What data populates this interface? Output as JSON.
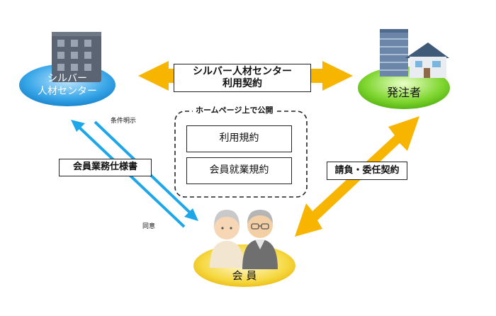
{
  "diagram": {
    "center_label_line1": "シルバー人材センター",
    "center_label_line2": "利用契約",
    "left_node_line1": "シルバー",
    "left_node_line2": "人材センター",
    "right_node": "発注者",
    "bottom_node": "会 員",
    "public_box_title": "ホームページ上で公開",
    "doc_terms": "利用規約",
    "doc_work_rules": "会員就業規約",
    "left_label": "会員業務仕様書",
    "right_label": "請負・委任契約",
    "conditions_label": "条件明示",
    "agreement_label": "同意"
  },
  "colors": {
    "blue_ellipse": "#2f9fe3",
    "green_ellipse": "#6fcf2a",
    "yellow_ellipse": "#f4d23a",
    "orange_arrow": "#f7b500",
    "cyan_arrow": "#1ea7e8"
  },
  "icons": [
    "office-building-icon",
    "houses-icon",
    "elderly-woman-icon",
    "elderly-man-icon"
  ]
}
